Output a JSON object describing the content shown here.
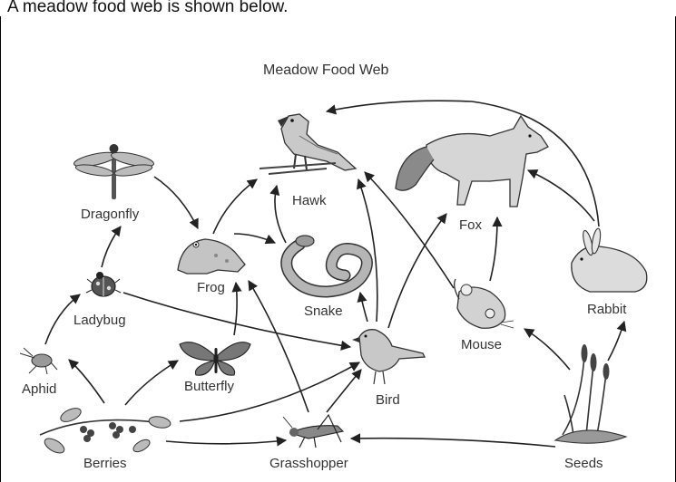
{
  "question": "A meadow food web is shown below.",
  "diagram": {
    "title": "Meadow Food Web",
    "organisms": {
      "hawk": "Hawk",
      "fox": "Fox",
      "dragonfly": "Dragonfly",
      "frog": "Frog",
      "snake": "Snake",
      "ladybug": "Ladybug",
      "mouse": "Mouse",
      "rabbit": "Rabbit",
      "aphid": "Aphid",
      "butterfly": "Butterfly",
      "bird": "Bird",
      "berries": "Berries",
      "grasshopper": "Grasshopper",
      "seeds": "Seeds"
    },
    "arrows": [
      {
        "from": "Berries",
        "to": "Aphid"
      },
      {
        "from": "Berries",
        "to": "Butterfly"
      },
      {
        "from": "Berries",
        "to": "Bird"
      },
      {
        "from": "Berries",
        "to": "Grasshopper"
      },
      {
        "from": "Aphid",
        "to": "Ladybug"
      },
      {
        "from": "Ladybug",
        "to": "Dragonfly"
      },
      {
        "from": "Ladybug",
        "to": "Bird"
      },
      {
        "from": "Dragonfly",
        "to": "Frog"
      },
      {
        "from": "Butterfly",
        "to": "Frog"
      },
      {
        "from": "Grasshopper",
        "to": "Frog"
      },
      {
        "from": "Grasshopper",
        "to": "Bird"
      },
      {
        "from": "Frog",
        "to": "Hawk"
      },
      {
        "from": "Frog",
        "to": "Snake"
      },
      {
        "from": "Snake",
        "to": "Hawk"
      },
      {
        "from": "Bird",
        "to": "Snake"
      },
      {
        "from": "Bird",
        "to": "Hawk"
      },
      {
        "from": "Bird",
        "to": "Fox"
      },
      {
        "from": "Mouse",
        "to": "Hawk"
      },
      {
        "from": "Mouse",
        "to": "Fox"
      },
      {
        "from": "Rabbit",
        "to": "Hawk"
      },
      {
        "from": "Rabbit",
        "to": "Fox"
      },
      {
        "from": "Seeds",
        "to": "Mouse"
      },
      {
        "from": "Seeds",
        "to": "Rabbit"
      },
      {
        "from": "Seeds",
        "to": "Grasshopper"
      }
    ]
  }
}
